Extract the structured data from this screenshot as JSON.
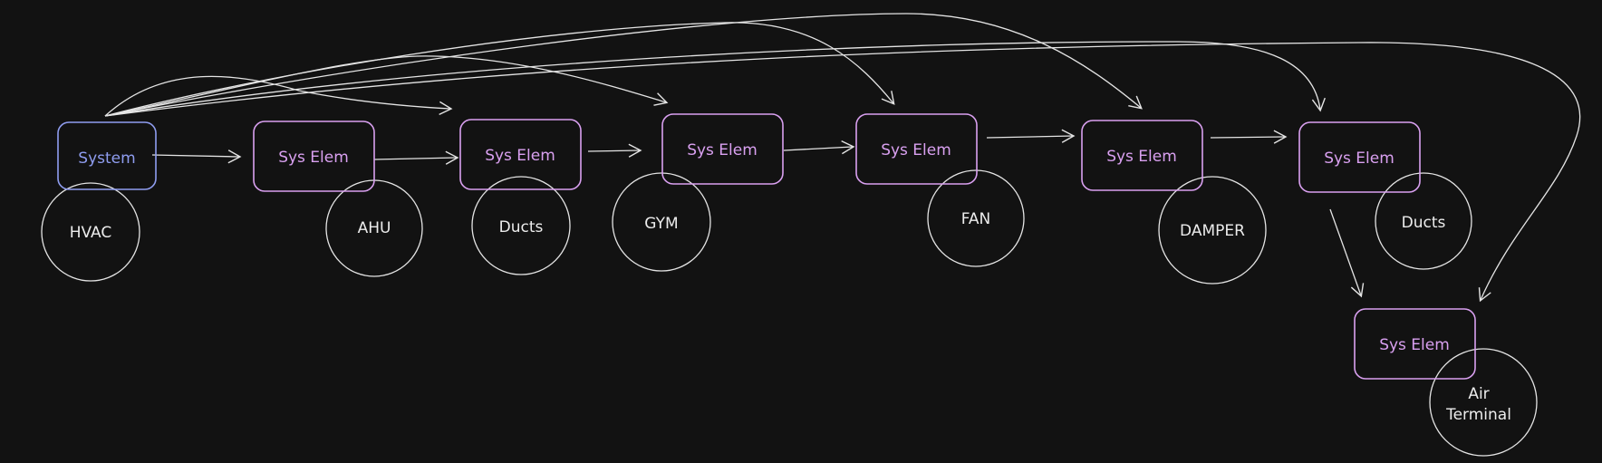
{
  "colors": {
    "background": "#121212",
    "root_node": "#8f9df0",
    "element_node": "#d9a0f0",
    "stroke": "#e4e4e4",
    "tag_text": "#ececec"
  },
  "diagram": {
    "root": {
      "label": "System",
      "tag": "HVAC"
    },
    "elements": [
      {
        "label": "Sys Elem",
        "tag": "AHU"
      },
      {
        "label": "Sys Elem",
        "tag": "Ducts"
      },
      {
        "label": "Sys Elem",
        "tag": "GYM"
      },
      {
        "label": "Sys Elem",
        "tag": "FAN"
      },
      {
        "label": "Sys Elem",
        "tag": "DAMPER"
      },
      {
        "label": "Sys Elem",
        "tag": "Ducts"
      },
      {
        "label": "Sys Elem",
        "tag_lines": [
          "Air",
          "Terminal"
        ]
      }
    ]
  }
}
